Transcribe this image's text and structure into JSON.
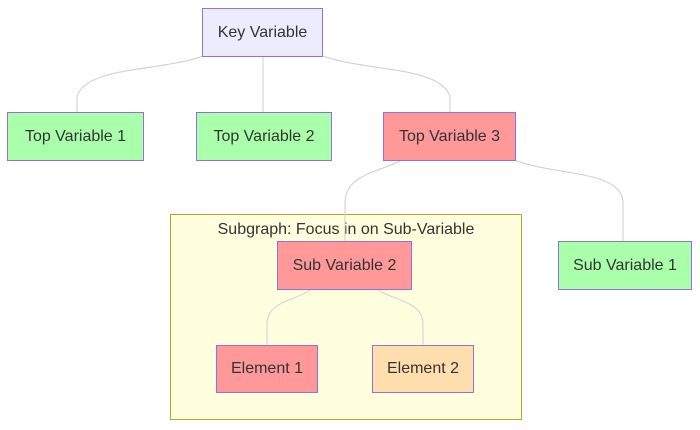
{
  "diagram": {
    "type": "flowchart",
    "background": "#FFFFFF",
    "text_color": "#333333",
    "node_border_color": "#9370DB",
    "edge_color": "#CCCCCC",
    "subgraph_edge_color": "#CCCCDD"
  },
  "subgraph": {
    "label": "Subgraph: Focus in on Sub-Variable",
    "fill": "#FFFFDE",
    "border_color": "#AAAA33"
  },
  "nodes": {
    "key_variable": {
      "label": "Key Variable",
      "fill": "#ECECFF"
    },
    "top_variable_1": {
      "label": "Top Variable 1",
      "fill": "#AAFFAA"
    },
    "top_variable_2": {
      "label": "Top Variable 2",
      "fill": "#AAFFAA"
    },
    "top_variable_3": {
      "label": "Top Variable 3",
      "fill": "#FF9999"
    },
    "sub_variable_2": {
      "label": "Sub Variable 2",
      "fill": "#FF9999"
    },
    "element_1": {
      "label": "Element 1",
      "fill": "#FF9999"
    },
    "element_2": {
      "label": "Element 2",
      "fill": "#FFDEAD"
    },
    "sub_variable_1": {
      "label": "Sub Variable 1",
      "fill": "#AAFFAA"
    }
  },
  "edges": [
    {
      "from": "key_variable",
      "to": "top_variable_1"
    },
    {
      "from": "key_variable",
      "to": "top_variable_2"
    },
    {
      "from": "key_variable",
      "to": "top_variable_3"
    },
    {
      "from": "top_variable_3",
      "to": "sub_variable_2"
    },
    {
      "from": "top_variable_3",
      "to": "sub_variable_1"
    },
    {
      "from": "sub_variable_2",
      "to": "element_1"
    },
    {
      "from": "sub_variable_2",
      "to": "element_2"
    }
  ]
}
